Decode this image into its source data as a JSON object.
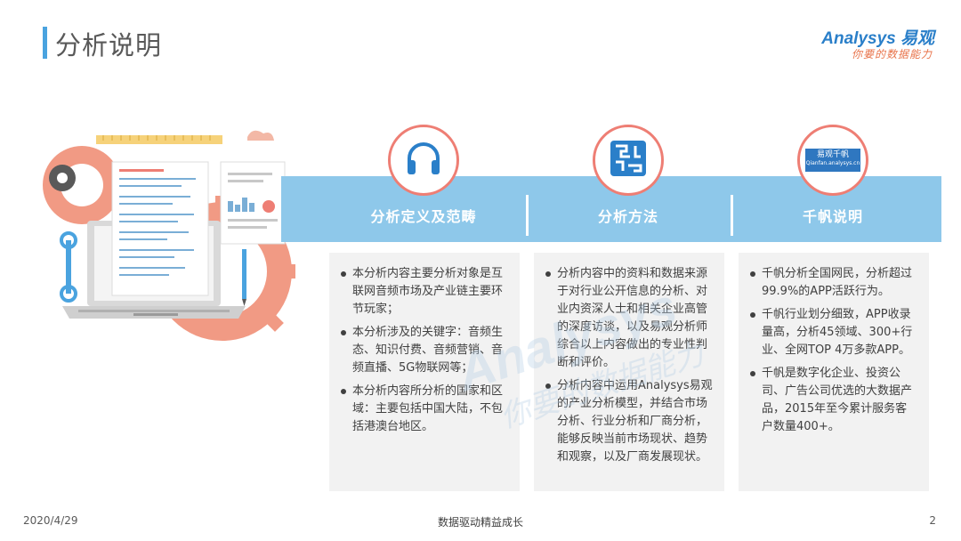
{
  "page_title": "分析说明",
  "logo": {
    "main": "Analysys 易观",
    "sub": "你要的数据能力"
  },
  "sections": [
    {
      "header": "分析定义及范畴",
      "icon": "headphones-icon",
      "bullets": [
        "本分析内容主要分析对象是互联网音频市场及产业链主要环节玩家；",
        "本分析涉及的关键字：音频生态、知识付费、音频营销、音频直播、5G物联网等；",
        "本分析内容所分析的国家和区域：主要包括中国大陆，不包括港澳台地区。"
      ]
    },
    {
      "header": "分析方法",
      "icon": "maze-icon",
      "bullets": [
        "分析内容中的资料和数据来源于对行业公开信息的分析、对业内资深人士和相关企业高管的深度访谈，以及易观分析师综合以上内容做出的专业性判断和评价。",
        "分析内容中运用Analysys易观的产业分析模型，并结合市场分析、行业分析和厂商分析，能够反映当前市场现状、趋势和观察，以及厂商发展现状。"
      ]
    },
    {
      "header": "千帆说明",
      "icon": "qianfan-logo-icon",
      "logo_text": "易观千帆",
      "logo_url": "Qianfan.analysys.cn",
      "bullets": [
        "千帆分析全国网民，分析超过99.9%的APP活跃行为。",
        "千帆行业划分细致，APP收录量高，分析45领域、300+行业、全网TOP 4万多款APP。",
        "千帆是数字化企业、投资公司、广告公司优选的大数据产品，2015年至今累计服务客户数量400+。"
      ]
    }
  ],
  "watermark": {
    "line1": "Analysys",
    "line2": "你要的数据能力"
  },
  "footer": {
    "date": "2020/4/29",
    "slogan": "数据驱动精益成长",
    "page": "2"
  },
  "colors": {
    "accent_blue": "#4aa3df",
    "band_blue": "#8ec8ea",
    "circle_red": "#ee7e74",
    "card_gray": "#f2f2f2"
  }
}
